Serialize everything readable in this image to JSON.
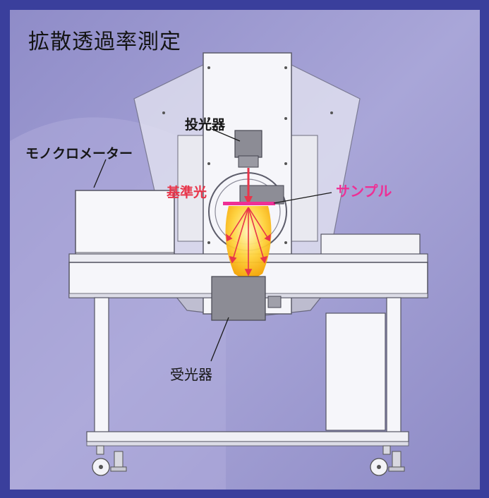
{
  "title": "拡散透過率測定",
  "labels": {
    "projector": "投光器",
    "monochromator": "モノクロメーター",
    "reference_light": "基準光",
    "sample": "サンプル",
    "receiver": "受光器"
  },
  "colors": {
    "background_outer": "#3a3f9c",
    "background_panel": "#9b98cf",
    "reference_light": "#e8354a",
    "sample": "#ee2f95",
    "beam": "#f6b200",
    "frame": "#f4f4f8"
  }
}
